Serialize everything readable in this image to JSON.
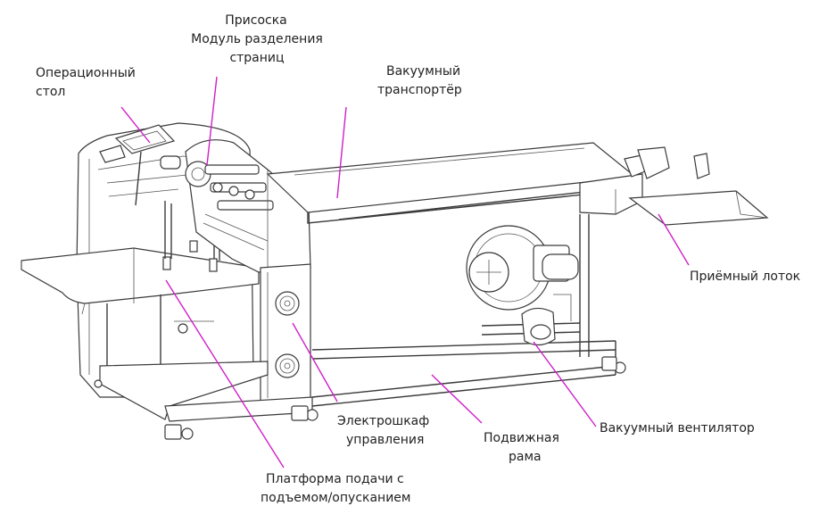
{
  "diagram": {
    "callout_color": "#d020c8",
    "labels": {
      "suction": "Присоска",
      "separation_module": "Модуль разделения",
      "pages": "страниц",
      "operation_table_1": "Операционный",
      "operation_table_2": "стол",
      "vacuum_conveyor_1": "Вакуумный",
      "vacuum_conveyor_2": "транспортёр",
      "receiving_tray": "Приёмный лоток",
      "vacuum_fan": "Вакуумный вентилятор",
      "control_cabinet_1": "Электрошкаф",
      "control_cabinet_2": "управления",
      "movable_frame_1": "Подвижная",
      "movable_frame_2": "рама",
      "feed_platform_1": "Платформа подачи с",
      "feed_platform_2": "подъемом/опусканием"
    }
  }
}
